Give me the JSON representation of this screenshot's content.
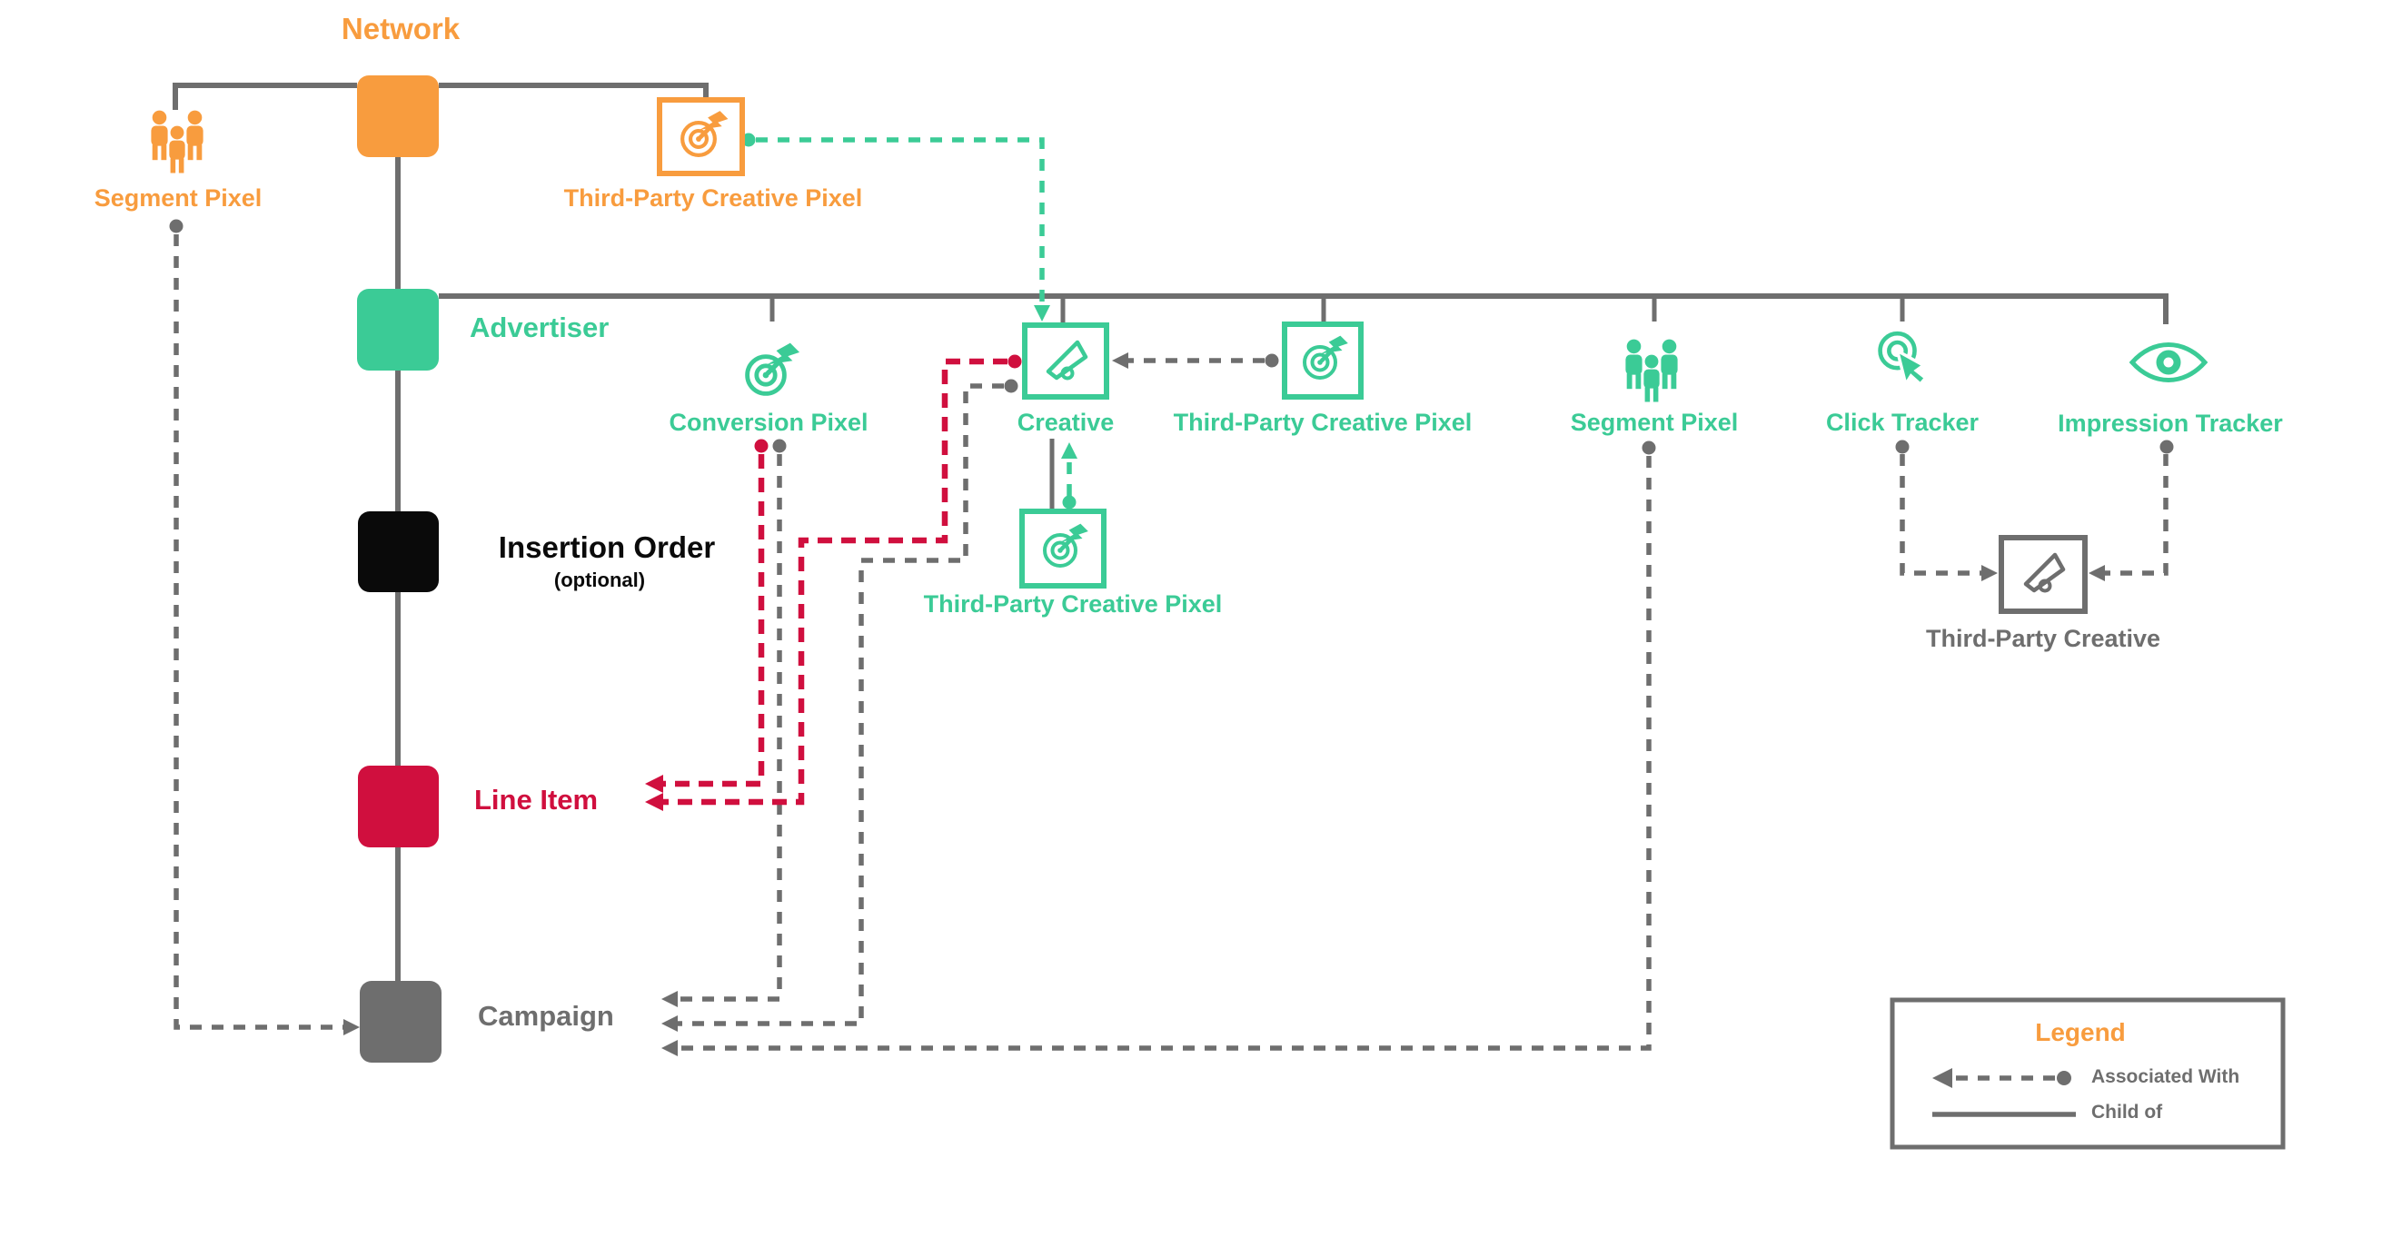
{
  "colors": {
    "orange": "#F89C3E",
    "green": "#3BCB96",
    "red": "#D00F3E",
    "gray": "#6E6E6E",
    "black": "#0A0A0A"
  },
  "nodes": {
    "network": "Network",
    "advertiser": "Advertiser",
    "insertion_order": "Insertion Order",
    "insertion_order_note": "(optional)",
    "line_item": "Line Item",
    "campaign": "Campaign"
  },
  "network_items": {
    "segment_pixel": "Segment Pixel",
    "third_party_creative_pixel": "Third-Party Creative Pixel"
  },
  "advertiser_items": {
    "conversion_pixel": "Conversion Pixel",
    "creative": "Creative",
    "third_party_creative_pixel": "Third-Party Creative Pixel",
    "segment_pixel": "Segment Pixel",
    "click_tracker": "Click Tracker",
    "impression_tracker": "Impression Tracker"
  },
  "creative_items": {
    "third_party_creative_pixel": "Third-Party Creative Pixel",
    "third_party_creative": "Third-Party Creative"
  },
  "legend": {
    "title": "Legend",
    "associated_with": "Associated With",
    "child_of": "Child of"
  },
  "icons": {
    "segment_pixel": "people-icon",
    "pixel": "target-bolt-icon",
    "creative": "megaphone-icon",
    "click_tracker": "click-icon",
    "impression_tracker": "eye-icon"
  }
}
